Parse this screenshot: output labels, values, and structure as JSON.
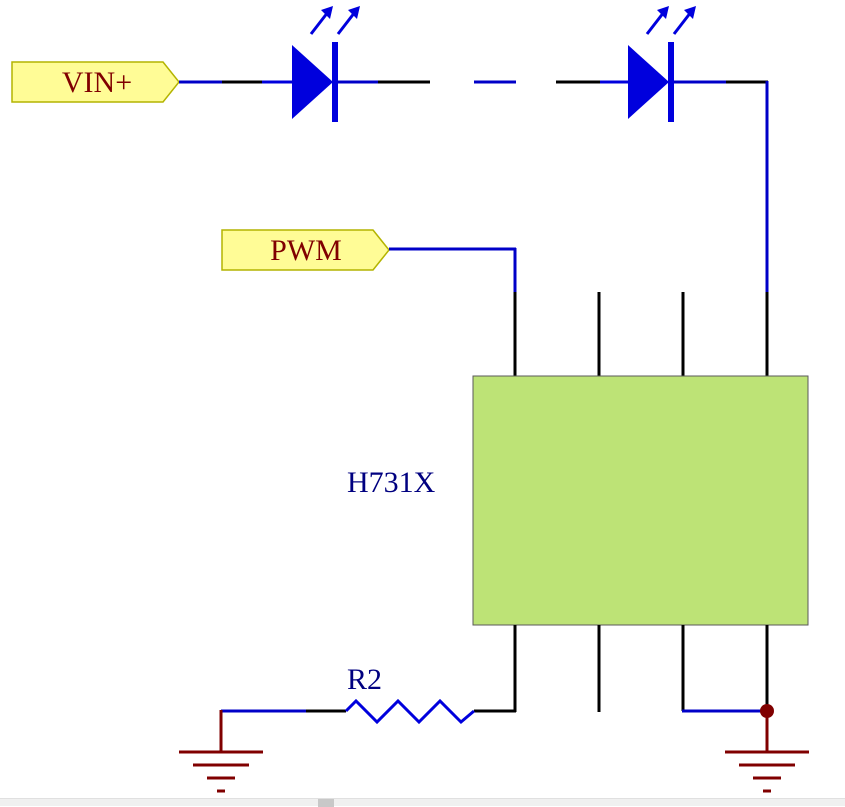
{
  "ports": {
    "vin": "VIN+",
    "pwm": "PWM"
  },
  "ic": {
    "designator": "H731X"
  },
  "resistor": {
    "designator": "R2"
  },
  "colors": {
    "wire": "#0000c8",
    "pin": "#000000",
    "component": "#0000dd",
    "ic_fill": "#bde376",
    "port_fill": "#fffc96",
    "port_border": "#b4b400",
    "port_text": "#800000",
    "ground": "#800000",
    "designator_text": "#000080",
    "junction": "#800000"
  },
  "icons": {
    "led": "led-diode-icon",
    "ground": "ground-symbol-icon",
    "resistor": "resistor-zigzag-icon"
  }
}
